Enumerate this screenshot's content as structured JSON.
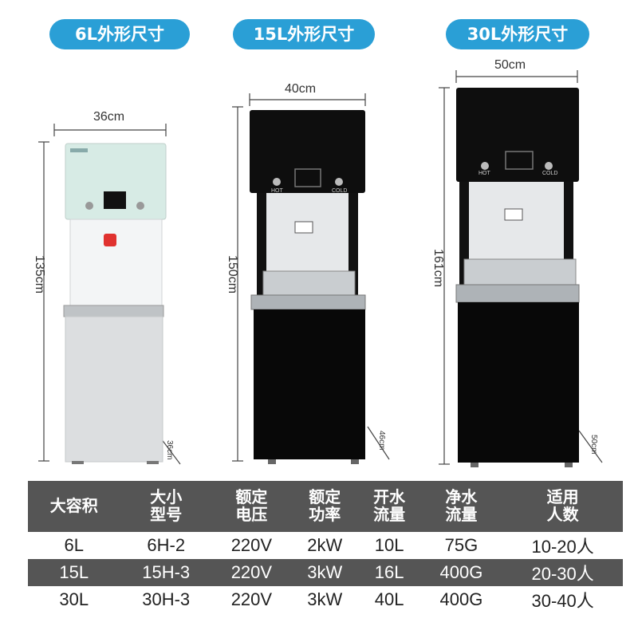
{
  "titles": [
    "6L外形尺寸",
    "15L外形尺寸",
    "30L外形尺寸"
  ],
  "dimensions": {
    "m6": {
      "width": "36cm",
      "height": "135cm",
      "depth": "36cm"
    },
    "m15": {
      "width": "40cm",
      "height": "150cm",
      "depth": "46cm"
    },
    "m30": {
      "width": "50cm",
      "height": "161cm",
      "depth": "50cm"
    }
  },
  "panel_labels": {
    "hot": "HOT",
    "cold": "COLD"
  },
  "colors": {
    "accent": "#2a9fd6",
    "table_header": "#555555"
  },
  "table": {
    "headers": [
      [
        "大容积"
      ],
      [
        "大小",
        "型号"
      ],
      [
        "额定",
        "电压"
      ],
      [
        "额定",
        "功率"
      ],
      [
        "开水",
        "流量"
      ],
      [
        "净水",
        "流量"
      ],
      [
        "适用",
        "人数"
      ]
    ],
    "rows": [
      [
        "6L",
        "6H-2",
        "220V",
        "2kW",
        "10L",
        "75G",
        "10-20人"
      ],
      [
        "15L",
        "15H-3",
        "220V",
        "3kW",
        "16L",
        "400G",
        "20-30人"
      ],
      [
        "30L",
        "30H-3",
        "220V",
        "3kW",
        "40L",
        "400G",
        "30-40人"
      ]
    ]
  }
}
